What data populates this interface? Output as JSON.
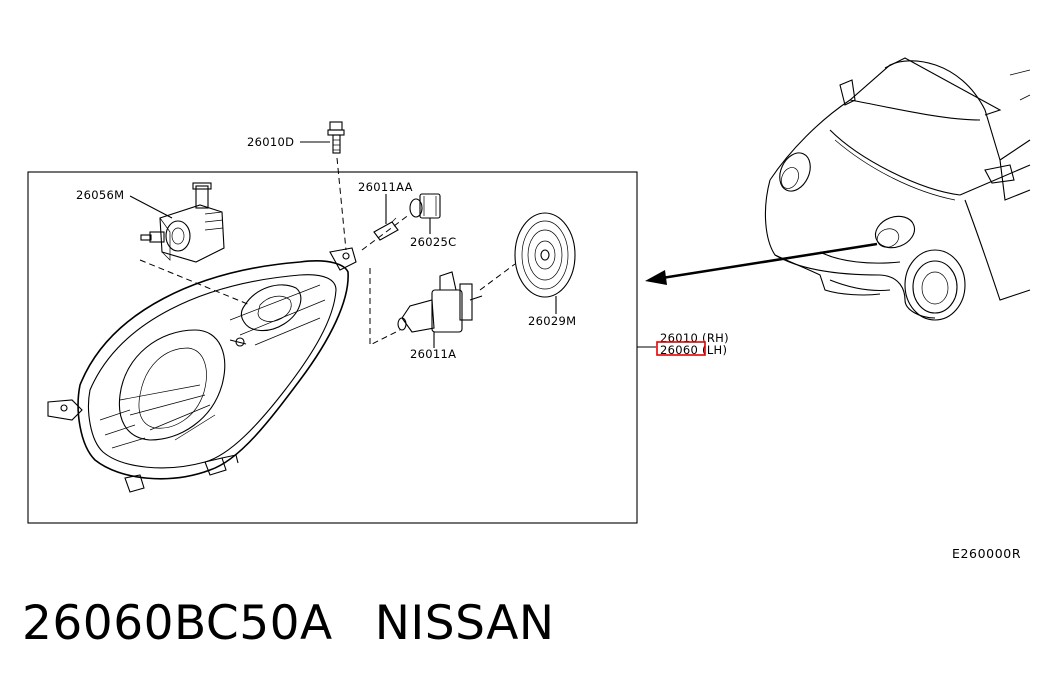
{
  "labels": {
    "bolt": "26010D",
    "actuator": "26056M",
    "socket": "26011AA",
    "small_bulb": "26025C",
    "bulb": "26011A",
    "cap": "26029M",
    "rh": "26010 (RH)",
    "lh": "26060 (LH)",
    "figure_code": "E260000R"
  },
  "highlight_color": "#e60000",
  "caption": {
    "part_number": "26060BC50A",
    "brand": "NISSAN"
  }
}
